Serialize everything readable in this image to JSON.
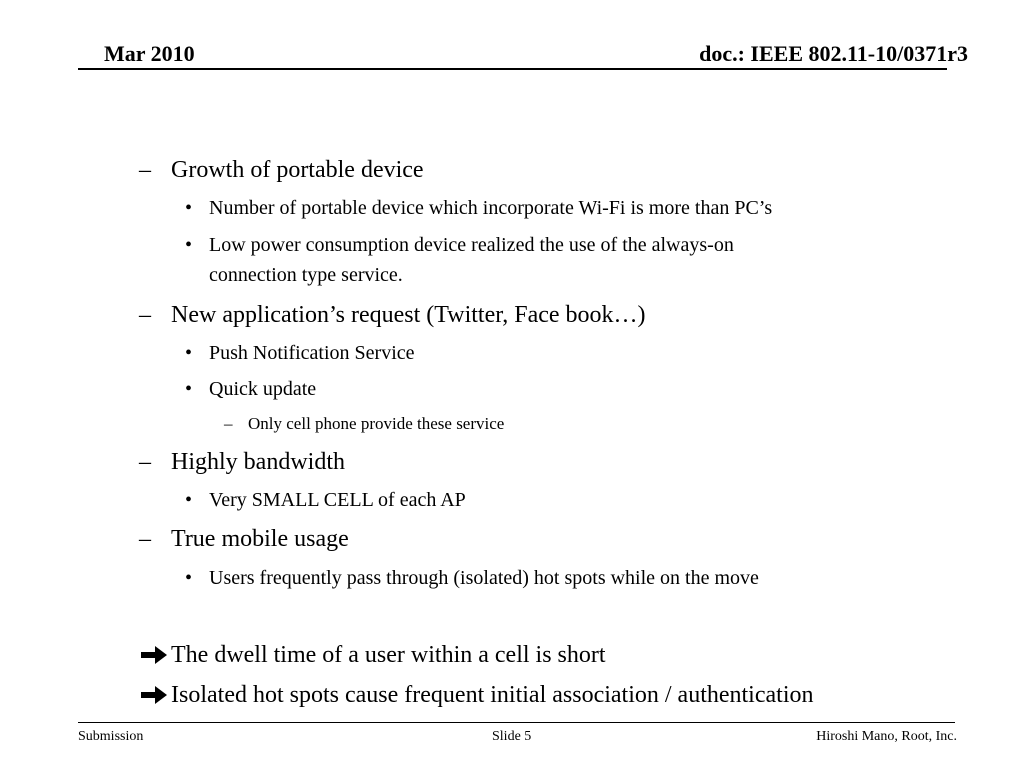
{
  "header": {
    "date": "Mar 2010",
    "doc_id": "doc.: IEEE 802.11-10/0371r3"
  },
  "body": {
    "items": [
      {
        "marker": "–",
        "text": "Growth of portable device"
      },
      {
        "marker": "•",
        "text": "Number of portable device which incorporate Wi-Fi is more than PC’s"
      },
      {
        "marker": "•",
        "text": "Low  power consumption device realized the use of the always-on"
      },
      {
        "text": "connection type service."
      },
      {
        "marker": "–",
        "text": "New application’s request (Twitter, Face book…)"
      },
      {
        "marker": "•",
        "text": "Push Notification Service"
      },
      {
        "marker": "•",
        "text": "Quick update"
      },
      {
        "marker": "–",
        "text": "Only cell phone provide these service"
      },
      {
        "marker": "–",
        "text": "Highly bandwidth"
      },
      {
        "marker": "•",
        "text": "Very SMALL CELL of each AP"
      },
      {
        "marker": "–",
        "text": "True mobile usage"
      },
      {
        "marker": "•",
        "text": "Users frequently pass through (isolated) hot spots while on the move"
      }
    ],
    "conclusions": [
      {
        "icon": "right-arrow-icon",
        "text": "The dwell time of a user within a cell is short"
      },
      {
        "icon": "right-arrow-icon",
        "text": "Isolated hot spots cause frequent initial association / authentication"
      }
    ]
  },
  "footer": {
    "left": "Submission",
    "center": "Slide 5",
    "right": "Hiroshi Mano, Root, Inc."
  }
}
